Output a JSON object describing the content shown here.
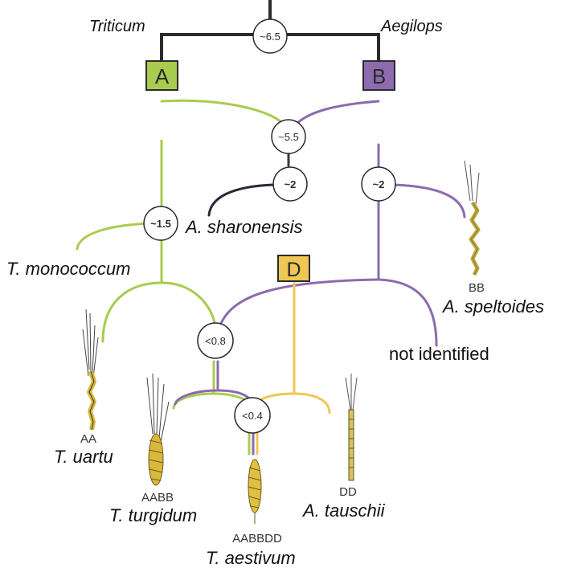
{
  "genera": {
    "left": "Triticum",
    "right": "Aegilops"
  },
  "genomes": {
    "A": "A",
    "B": "B",
    "D": "D"
  },
  "divergence": {
    "root": "~6.5",
    "ab_d": "~5.5",
    "d_sharon": "~2",
    "b_spelt": "~2",
    "a_mono": "~1.5",
    "tetraploid": "<0.8",
    "hexaploid": "<0.4"
  },
  "species": {
    "sharonensis": "A. sharonensis",
    "monococcum": "T. monococcum",
    "speltoides": {
      "genome": "BB",
      "name": "A. speltoides"
    },
    "not_identified": "not identified",
    "uartu": {
      "genome": "AA",
      "name": "T. uartu"
    },
    "turgidum": {
      "genome": "AABB",
      "name": "T. turgidum"
    },
    "tauschii": {
      "genome": "DD",
      "name": "A. tauschii"
    },
    "aestivum": {
      "genome": "AABBDD",
      "name": "T. aestivum"
    }
  },
  "colors": {
    "A": "#a8cc4f",
    "B": "#8e6aae",
    "D": "#f0c654",
    "ancestral": "#2b2b2b",
    "sharonensis": "#252b38"
  }
}
